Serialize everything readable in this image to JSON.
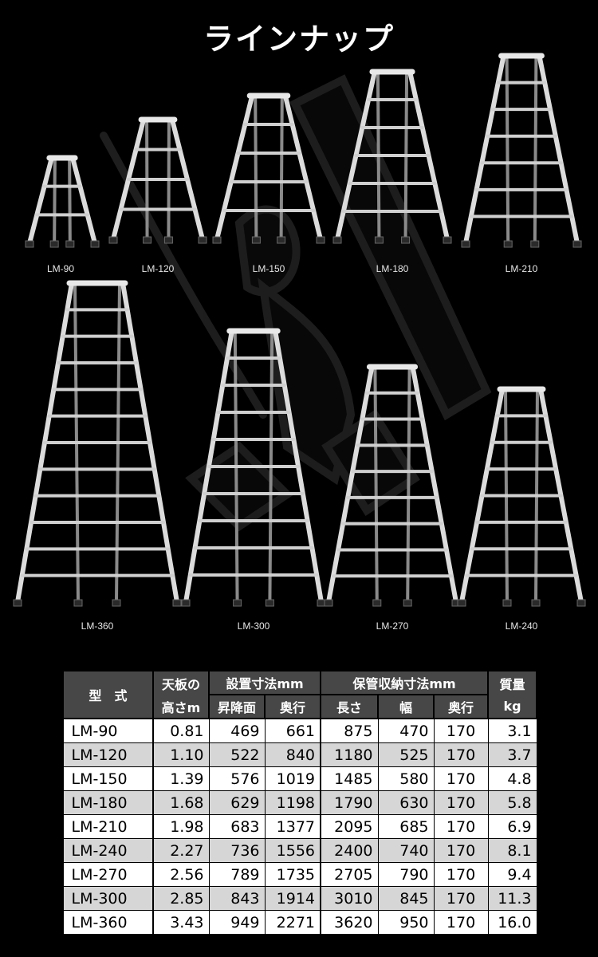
{
  "title": "ラインナップ",
  "ladders": [
    {
      "label": "LM-90",
      "steps": 2
    },
    {
      "label": "LM-120",
      "steps": 3
    },
    {
      "label": "LM-150",
      "steps": 4
    },
    {
      "label": "LM-180",
      "steps": 5
    },
    {
      "label": "LM-210",
      "steps": 6
    },
    {
      "label": "LM-360",
      "steps": 11
    },
    {
      "label": "LM-300",
      "steps": 9
    },
    {
      "label": "LM-270",
      "steps": 8
    },
    {
      "label": "LM-240",
      "steps": 7
    }
  ],
  "table": {
    "headers": {
      "model": "型　式",
      "height_l1": "天板の",
      "height_l2": "高さm",
      "setup": "設置寸法mm",
      "setup_a": "昇降面",
      "setup_b": "奥行",
      "storage": "保管収納寸法mm",
      "storage_a": "長さ",
      "storage_b": "幅",
      "storage_c": "奥行",
      "weight_l1": "質量",
      "weight_l2": "kg"
    },
    "rows": [
      [
        "LM-90",
        "0.81",
        "469",
        "661",
        "875",
        "470",
        "170",
        "3.1"
      ],
      [
        "LM-120",
        "1.10",
        "522",
        "840",
        "1180",
        "525",
        "170",
        "3.7"
      ],
      [
        "LM-150",
        "1.39",
        "576",
        "1019",
        "1485",
        "580",
        "170",
        "4.8"
      ],
      [
        "LM-180",
        "1.68",
        "629",
        "1198",
        "1790",
        "630",
        "170",
        "5.8"
      ],
      [
        "LM-210",
        "1.98",
        "683",
        "1377",
        "2095",
        "685",
        "170",
        "6.9"
      ],
      [
        "LM-240",
        "2.27",
        "736",
        "1556",
        "2400",
        "740",
        "170",
        "8.1"
      ],
      [
        "LM-270",
        "2.56",
        "789",
        "1735",
        "2705",
        "790",
        "170",
        "9.4"
      ],
      [
        "LM-300",
        "2.85",
        "843",
        "1914",
        "3010",
        "845",
        "170",
        "11.3"
      ],
      [
        "LM-360",
        "3.43",
        "949",
        "2271",
        "3620",
        "950",
        "170",
        "16.0"
      ]
    ]
  }
}
